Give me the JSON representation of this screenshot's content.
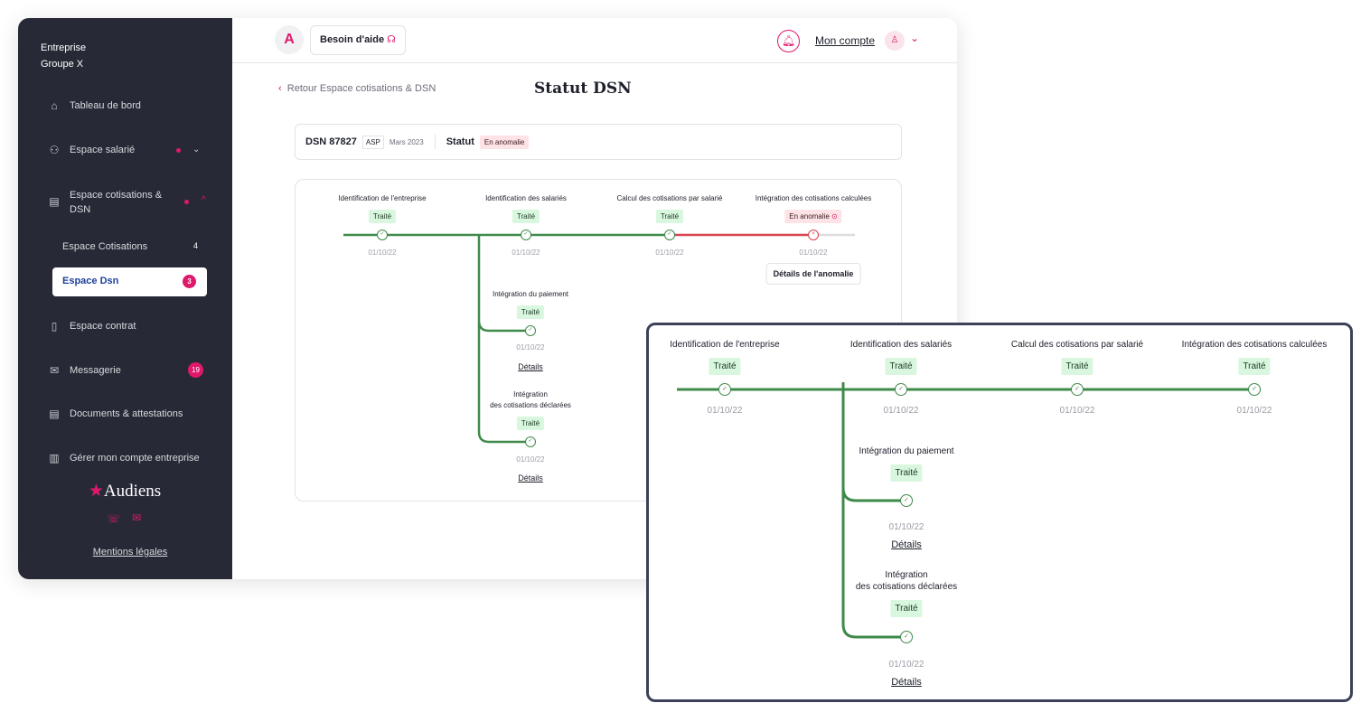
{
  "sidebar": {
    "company": "Entreprise",
    "group": "Groupe X",
    "items": [
      {
        "label": "Tableau de bord",
        "icon": "home-icon"
      },
      {
        "label": "Espace salarié",
        "icon": "users-icon"
      },
      {
        "label": "Espace cotisations & DSN",
        "icon": "document-calc-icon"
      },
      {
        "label": "Espace contrat",
        "icon": "file-icon"
      },
      {
        "label": "Messagerie",
        "icon": "mail-icon",
        "badge": "19"
      },
      {
        "label": "Documents & attestations",
        "icon": "documents-icon"
      },
      {
        "label": "Gérer mon compte entreprise",
        "icon": "building-icon"
      }
    ],
    "sub_items": [
      {
        "label": "Espace Cotisations",
        "count": "4"
      },
      {
        "label": "Espace Dsn",
        "count": "3"
      }
    ],
    "logo": "Audiens",
    "legal": "Mentions légales"
  },
  "header": {
    "help": "Besoin d'aide",
    "account": "Mon compte"
  },
  "page": {
    "back": "Retour Espace cotisations & DSN",
    "title": "Statut DSN"
  },
  "dsn": {
    "id": "DSN 87827",
    "tag": "ASP",
    "period": "Mars 2023",
    "status_label": "Statut",
    "status": "En anomalie"
  },
  "timeline": {
    "steps": [
      {
        "label": "Identification de l'entreprise",
        "status": "Traité",
        "date": "01/10/22"
      },
      {
        "label": "Identification des salariés",
        "status": "Traité",
        "date": "01/10/22"
      },
      {
        "label": "Calcul des cotisations par salarié",
        "status": "Traité",
        "date": "01/10/22"
      },
      {
        "label": "Intégration des cotisations calculées",
        "status": "En anomalie",
        "date": "01/10/22"
      }
    ],
    "anomaly_button": "Détails de l'anomalie",
    "branches": [
      {
        "label": "Intégration du paiement",
        "status": "Traité",
        "date": "01/10/22",
        "link": "Détails"
      },
      {
        "label1": "Intégration",
        "label2": "des cotisations déclarées",
        "status": "Traité",
        "date": "01/10/22",
        "link": "Détails"
      }
    ]
  },
  "zoom": {
    "steps": [
      {
        "label": "Identification de l'entreprise",
        "status": "Traité",
        "date": "01/10/22"
      },
      {
        "label": "Identification des salariés",
        "status": "Traité",
        "date": "01/10/22"
      },
      {
        "label": "Calcul des cotisations par salarié",
        "status": "Traité",
        "date": "01/10/22"
      },
      {
        "label": "Intégration des cotisations calculées",
        "status": "Traité",
        "date": "01/10/22"
      }
    ]
  },
  "colors": {
    "sidebar": "#272a36",
    "accent": "#e0186c",
    "green": "#3f8a4a",
    "red": "#d9434e"
  }
}
